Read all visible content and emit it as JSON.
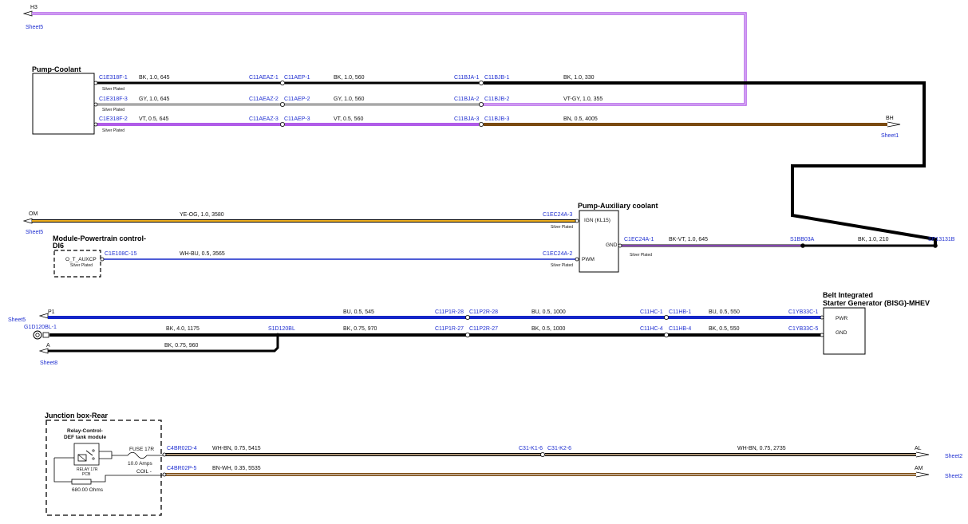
{
  "colors": {
    "black": "#000000",
    "gray": "#a8a8a8",
    "violet": "#b05ce8",
    "brown": "#7a4a10",
    "yellow_orange": "#f0b020",
    "blue": "#1426c8",
    "white_brown": "#c88a3a",
    "label_blue": "#1f2fd0"
  },
  "icons": [
    "connector-arrow-icon",
    "splice-dot-icon",
    "ground-icon",
    "relay-icon",
    "fuse-icon",
    "resistor-icon"
  ],
  "offsheet": {
    "h3": {
      "label": "H3",
      "sheet": "Sheet5"
    },
    "bh": {
      "label": "BH",
      "sheet": "Sheet1"
    },
    "om": {
      "label": "OM",
      "sheet": "Sheet5"
    },
    "p1": {
      "label": "P1",
      "sheet": "Sheet5"
    },
    "a": {
      "label": "A",
      "sheet": "Sheet8"
    },
    "al": {
      "label": "AL",
      "sheet": "Sheet2"
    },
    "am": {
      "label": "AM",
      "sheet": "Sheet2"
    }
  },
  "components": {
    "pump_coolant": "Pump-Coolant",
    "pump_aux": "Pump-Auxiliary coolant",
    "pump_aux_pins": {
      "ign": "IGN (KL15)",
      "gnd": "GND",
      "pwm": "PWM"
    },
    "module_pcm": "Module-Powertrain control-DI6",
    "module_pcm_pin": "O_T_AUXCP",
    "bisg_line1": "Belt Integrated",
    "bisg_line2": "Starter Generator (BISG)-MHEV",
    "bisg_pins": {
      "pwr": "PWR",
      "gnd": "GND"
    },
    "junction_box": "Junction box-Rear",
    "relay_module_line1": "Relay-Control-",
    "relay_module_line2": "DEF tank module",
    "relay_label": "RELAY 17R",
    "relay_pcb": "PCB",
    "resistor": "680.00 Ohms",
    "fuse_name": "FUSE 17R",
    "fuse_rating": "10.0 Amps",
    "coil": "COIL -"
  },
  "plating": "Silver Plated",
  "wires": {
    "w1": {
      "pin_a": "C1E318F-1",
      "spec_a": "BK, 1.0, 645",
      "inline_a": "C11AEAZ-1",
      "inline_b": "C11AEP-1",
      "spec_b": "BK, 1.0, 560",
      "inline_c": "C11BJA-1",
      "inline_d": "C11BJB-1",
      "spec_c": "BK, 1.0, 330"
    },
    "w2": {
      "pin_a": "C1E318F-3",
      "spec_a": "GY, 1.0, 645",
      "inline_a": "C11AEAZ-2",
      "inline_b": "C11AEP-2",
      "spec_b": "GY, 1.0, 560",
      "inline_c": "C11BJA-2",
      "inline_d": "C11BJB-2",
      "spec_c": "VT-GY, 1.0, 355"
    },
    "w3": {
      "pin_a": "C1E318F-2",
      "spec_a": "VT, 0.5, 645",
      "inline_a": "C11AEAZ-3",
      "inline_b": "C11AEP-3",
      "spec_b": "VT, 0.5, 560",
      "inline_c": "C11BJA-3",
      "inline_d": "C11BJB-3",
      "spec_c": "BN, 0.5, 4005"
    },
    "w4": {
      "spec": "YE-OG, 1.0, 3580",
      "pin": "C1EC24A-3"
    },
    "w5": {
      "pin_a": "C1E108C-15",
      "spec": "WH-BU, 0.5, 3565",
      "pin_b": "C1EC24A-2"
    },
    "w6": {
      "pin_a": "C1EC24A-1",
      "spec_a": "BK-VT, 1.0, 645",
      "splice": "S1BB03A",
      "spec_b": "BK, 1.0, 210",
      "splice_b": "SP13131B"
    },
    "w7": {
      "spec_a": "BU, 0.5, 545",
      "inline_a": "C11P1R-28",
      "inline_b": "C11P2R-28",
      "spec_b": "BU, 0.5, 1000",
      "inline_c": "C11HC-1",
      "inline_d": "C11HB-1",
      "spec_c": "BU, 0.5, 550",
      "pin": "C1YB33C-1"
    },
    "w8": {
      "ground": "G1D120BL-1",
      "spec_a": "BK, 4.0, 1175",
      "splice": "S1D120BL",
      "spec_b": "BK, 0.75, 970",
      "inline_a": "C11P1R-27",
      "inline_b": "C11P2R-27",
      "spec_c": "BK, 0.5, 1000",
      "inline_c": "C11HC-4",
      "inline_d": "C11HB-4",
      "spec_d": "BK, 0.5, 550",
      "pin": "C1YB33C-5"
    },
    "w9": {
      "spec": "BK, 0.75, 960"
    },
    "w10": {
      "pin": "C4BR02D-4",
      "spec_a": "WH-BN, 0.75, 5415",
      "inline_a": "C31-K1-6",
      "inline_b": "C31-K2-6",
      "spec_b": "WH-BN, 0.75, 2735"
    },
    "w11": {
      "pin": "C4BR02P-5",
      "spec": "BN-WH, 0.35, 5535"
    }
  }
}
